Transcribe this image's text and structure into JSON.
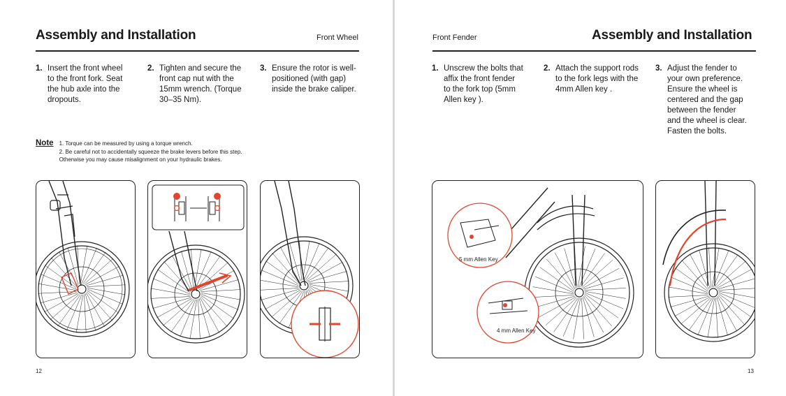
{
  "left_page": {
    "title": "Assembly and Installation",
    "section": "Front Wheel",
    "steps": [
      {
        "num": "1.",
        "text": "Insert the front wheel\nto the front fork. Seat\nthe hub axle into the\ndropouts."
      },
      {
        "num": "2.",
        "text": "Tighten and secure the\nfront cap nut with the\n15mm wrench. (Torque\n30–35 Nm)."
      },
      {
        "num": "3.",
        "text": "Ensure the rotor is well-\npositioned (with gap)\ninside the brake caliper."
      }
    ],
    "note": {
      "label": "Note",
      "lines": "1. Torque can be measured by using a torque wrench.\n2. Be careful not to accidentally squeeze the brake levers before this step.\n    Otherwise you may cause misalignment on your hydraulic brakes."
    },
    "page_number": "12"
  },
  "right_page": {
    "title": "Assembly and Installation",
    "section": "Front Fender",
    "steps": [
      {
        "num": "1.",
        "text": "Unscrew the bolts that\naffix the front fender\nto the fork top (5mm\nAllen key )."
      },
      {
        "num": "2.",
        "text": "Attach the support rods\nto the fork legs with the\n4mm Allen key ."
      },
      {
        "num": "3.",
        "text": "Adjust the fender to\nyour own preference.\nEnsure the wheel is\ncentered and the gap\nbetween the fender\nand the wheel is clear.\nFasten the bolts."
      }
    ],
    "callouts": {
      "five_mm": "5 mm Allen Key",
      "four_mm": "4 mm Allen Key"
    },
    "page_number": "13"
  },
  "colors": {
    "accent": "#e2452d",
    "ink": "#1a1a1a"
  }
}
